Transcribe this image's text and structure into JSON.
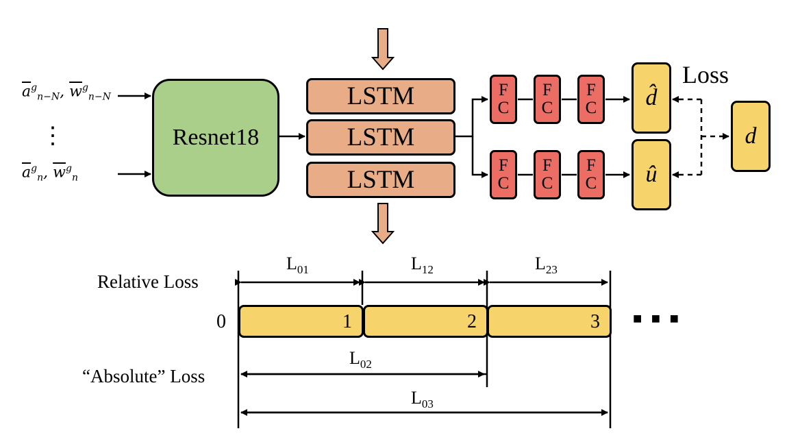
{
  "inputs": {
    "first": {
      "a": "a",
      "w": "w",
      "sup": "g",
      "sub": "n−N",
      "sep": ","
    },
    "dots": "⋮",
    "last": {
      "a": "a",
      "w": "w",
      "sup": "g",
      "sub": "n",
      "sep": ","
    }
  },
  "resnet_label": "Resnet18",
  "lstm_labels": [
    "LSTM",
    "LSTM",
    "LSTM"
  ],
  "fc_label": {
    "top": "F",
    "bottom": "C"
  },
  "outputs": {
    "d_hat": "d̂",
    "u_hat": "û",
    "d": "d"
  },
  "loss_label": "Loss",
  "timeline": {
    "relative_label": "Relative Loss",
    "absolute_label": "“Absolute” Loss",
    "origin": "0",
    "segments": [
      "1",
      "2",
      "3"
    ],
    "ellipsis": "■ ■ ■",
    "relative_measures": [
      {
        "base": "L",
        "sub": "01"
      },
      {
        "base": "L",
        "sub": "12"
      },
      {
        "base": "L",
        "sub": "23"
      }
    ],
    "absolute_measures": [
      {
        "base": "L",
        "sub": "02"
      },
      {
        "base": "L",
        "sub": "03"
      }
    ]
  },
  "colors": {
    "resnet": "#a9cf8b",
    "lstm": "#e8ad86",
    "fc": "#ec6d63",
    "output": "#f6d46b",
    "arrow_orange": "#e8ad86"
  }
}
